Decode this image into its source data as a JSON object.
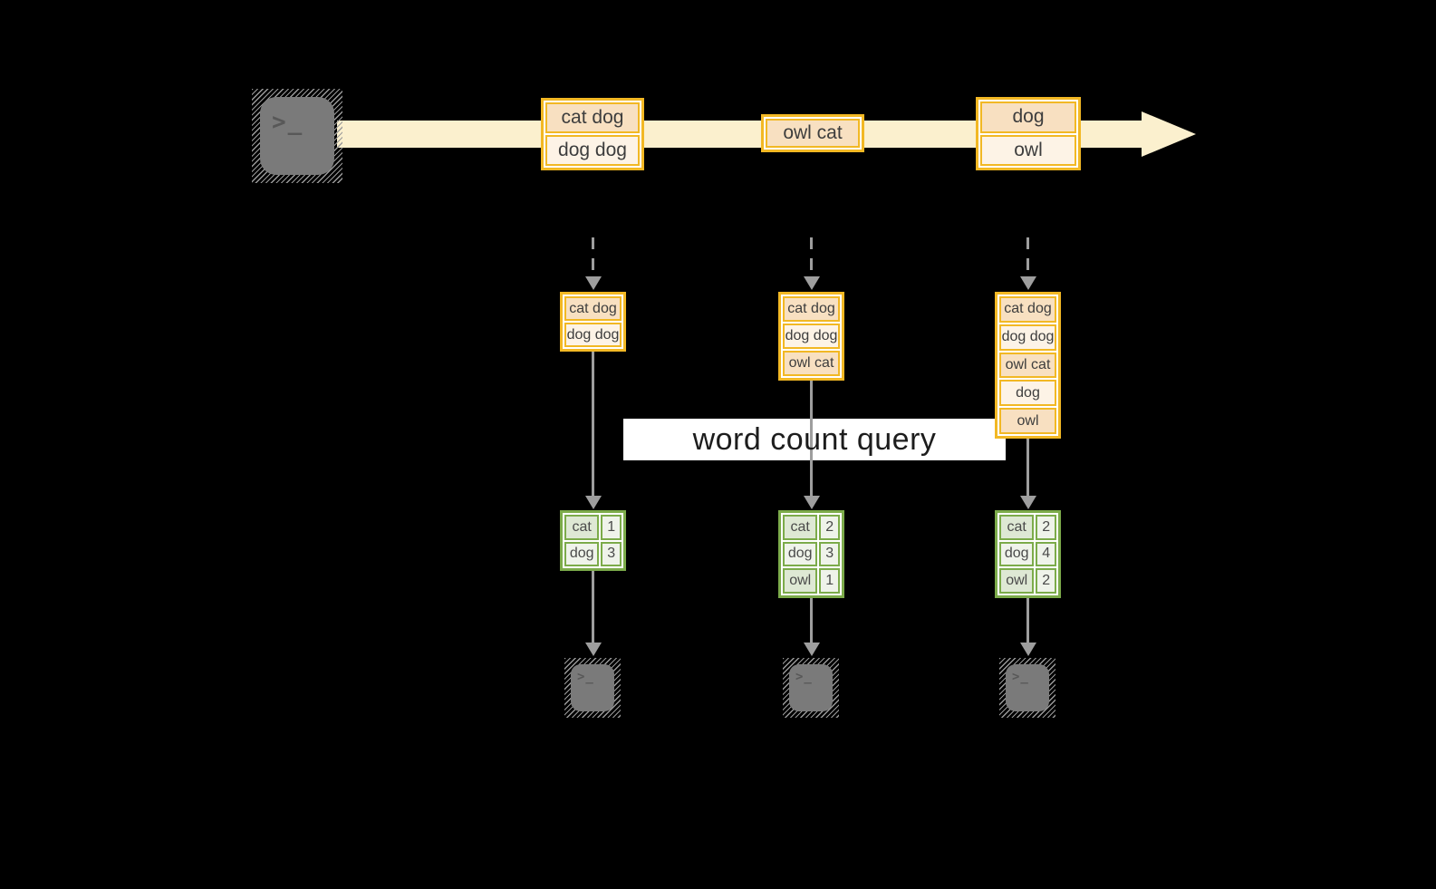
{
  "query": {
    "label": "word count query"
  },
  "terminal": {
    "glyph": ">_"
  },
  "stream": {
    "records": [
      {
        "cells": [
          "cat dog",
          "dog dog"
        ]
      },
      {
        "cells": [
          "owl cat"
        ]
      },
      {
        "cells": [
          "dog",
          "owl"
        ]
      }
    ]
  },
  "pipelines": [
    {
      "log": [
        "cat dog",
        "dog dog"
      ],
      "counts": [
        {
          "word": "cat",
          "count": "1"
        },
        {
          "word": "dog",
          "count": "3"
        }
      ]
    },
    {
      "log": [
        "cat dog",
        "dog dog",
        "owl cat"
      ],
      "counts": [
        {
          "word": "cat",
          "count": "2"
        },
        {
          "word": "dog",
          "count": "3"
        },
        {
          "word": "owl",
          "count": "1"
        }
      ]
    },
    {
      "log": [
        "cat dog",
        "dog dog",
        "owl cat",
        "dog",
        "owl"
      ],
      "counts": [
        {
          "word": "cat",
          "count": "2"
        },
        {
          "word": "dog",
          "count": "4"
        },
        {
          "word": "owl",
          "count": "2"
        }
      ]
    }
  ],
  "colors": {
    "gold": "#f2b824",
    "cream": "#fbf0ce",
    "peach": "#f8e0c1",
    "lightcream": "#fdf3e6",
    "green": "#7cab4a",
    "sage": "#dee8d4",
    "lightsage": "#eff3ea",
    "gray": "#9e9e9e",
    "terminal": "#7a7a7a"
  }
}
